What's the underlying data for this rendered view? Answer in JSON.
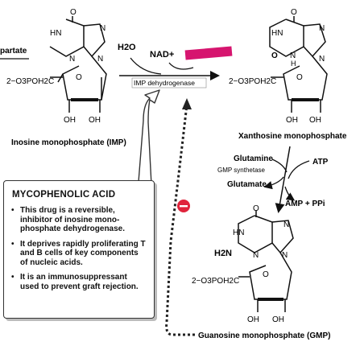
{
  "compounds": {
    "inosine_label": "Inosine monophosphate (IMP)",
    "xanthosine_label": "Xanthosine monophosphate",
    "guanosine_label": "Guanosine monophosphate (GMP)",
    "aspartate_fragment": "partate"
  },
  "reaction_top": {
    "water": "H2O",
    "nad": "NAD+",
    "enzyme": "IMP dehydrogenase"
  },
  "reaction_right": {
    "glutamine": "Glutamine",
    "enzyme": "GMP synthetase",
    "glutamate": "Glutamate",
    "atp": "ATP",
    "amp_ppi": "AMP + PPi"
  },
  "structure_labels": {
    "phosphate": "2−O3POH2C",
    "oh1": "OH",
    "oh2": "OH",
    "n": "N",
    "hn": "HN",
    "h": "H",
    "o": "O",
    "h2n": "H2N"
  },
  "infobox": {
    "title": "MYCOPHENOLIC ACID",
    "bullets": [
      "This drug is a reversible, inhibitor of inosine mono-phosphate dehydrogenase.",
      "It deprives rapidly proliferating T and B cells of key components of nucleic acids.",
      "It is an immunosuppressant used to prevent graft rejection."
    ]
  },
  "inhibition_symbol": "−",
  "colors": {
    "inhibitor_red": "#e0243c",
    "highlight_magenta": "#d6156f",
    "dotted_line": "#222222"
  }
}
